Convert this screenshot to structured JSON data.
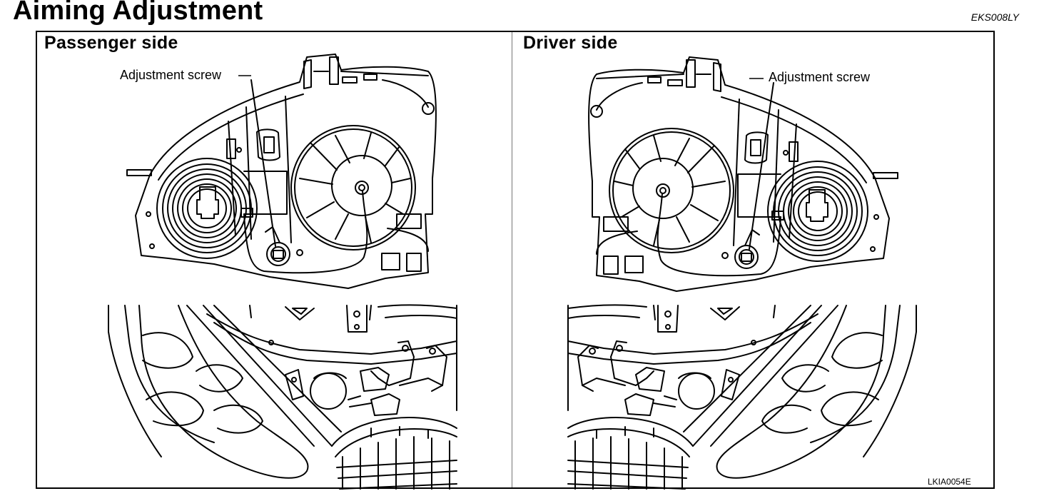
{
  "header": {
    "title": "Aiming Adjustment",
    "code": "EKS008LY"
  },
  "panels": {
    "left": {
      "title": "Passenger side",
      "callout": "Adjustment screw"
    },
    "right": {
      "title": "Driver side",
      "callout": "Adjustment screw"
    }
  },
  "figure_id": "LKIA0054E",
  "colors": {
    "line": "#000000",
    "background": "#ffffff"
  }
}
